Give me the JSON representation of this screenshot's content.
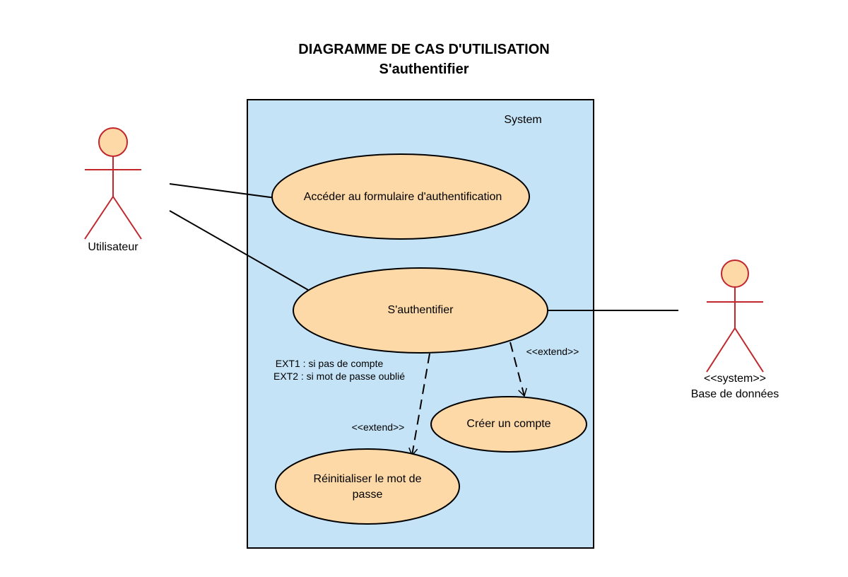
{
  "title": {
    "line1": "DIAGRAMME DE CAS D'UTILISATION",
    "line2": "S'authentifier"
  },
  "system": {
    "label": "System"
  },
  "actors": {
    "user": {
      "name": "Utilisateur"
    },
    "database": {
      "stereotype": "<<system>>",
      "name": "Base de données"
    }
  },
  "use_cases": {
    "access_form": "Accéder au formulaire d'authentification",
    "authenticate": "S'authentifier",
    "create_account": "Créer un compte",
    "reset_password": {
      "line1": "Réinitialiser le mot de",
      "line2": "passe"
    }
  },
  "relations": {
    "extend_create": "<<extend>>",
    "extend_reset": "<<extend>>"
  },
  "notes": {
    "ext1": "EXT1 : si pas de compte",
    "ext2": "EXT2 : si mot de passe oublié"
  },
  "colors": {
    "system_fill": "#c5e3f6",
    "use_case_fill": "#fdd9a8",
    "actor_stroke": "#c1272d"
  }
}
